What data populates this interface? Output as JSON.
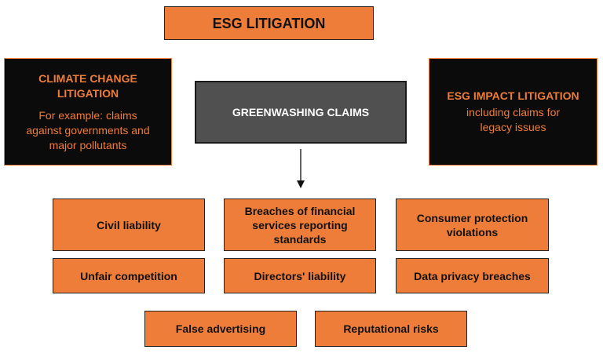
{
  "title": "ESG LITIGATION",
  "left_box": {
    "title_line1": "CLIMATE CHANGE",
    "title_line2": "LITIGATION",
    "body_line1": "For example: claims",
    "body_line2": "against governments and",
    "body_line3": "major pollutants"
  },
  "center_box": "GREENWASHING CLAIMS",
  "right_box": {
    "title": "ESG IMPACT LITIGATION",
    "body_line1": "including claims for",
    "body_line2": "legacy issues"
  },
  "claims": [
    {
      "line1": "Civil liability"
    },
    {
      "line1": "Breaches of financial",
      "line2": "services reporting",
      "line3": "standards"
    },
    {
      "line1": "Consumer protection",
      "line2": "violations"
    },
    {
      "line1": "Unfair competition"
    },
    {
      "line1": "Directors' liability"
    },
    {
      "line1": "Data privacy breaches"
    },
    {
      "line1": "False advertising"
    },
    {
      "line1": "Reputational risks"
    }
  ],
  "colors": {
    "orange": "#ef7d3a",
    "black": "#0b0b0b",
    "grey": "#505050"
  }
}
